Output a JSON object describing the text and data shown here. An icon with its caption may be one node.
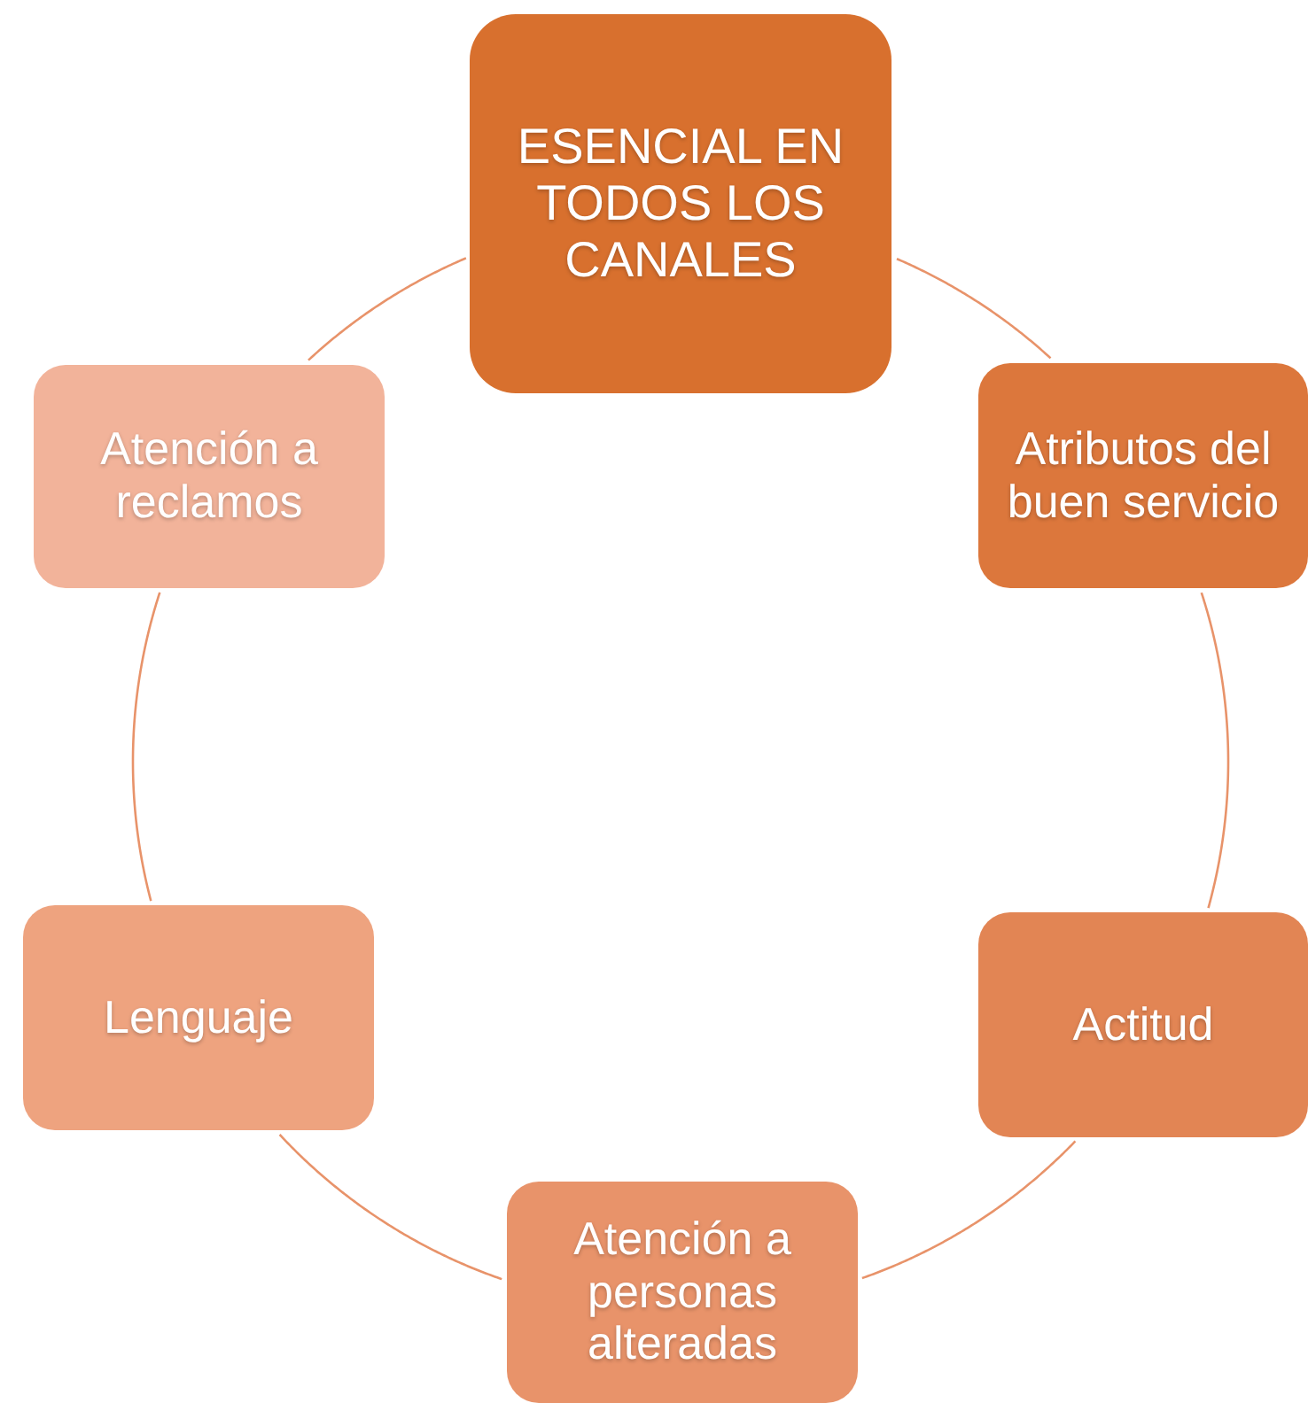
{
  "diagram": {
    "nodes": [
      {
        "text": [
          "ESENCIAL EN TODOS LOS CANALES"
        ]
      },
      {
        "text": [
          "Atributos del buen servicio"
        ]
      },
      {
        "text": [
          "Actitud"
        ]
      },
      {
        "text": [
          "Atención a personas alteradas"
        ]
      },
      {
        "text": [
          "Lenguaje"
        ]
      },
      {
        "text": [
          "Atención a reclamos"
        ]
      }
    ],
    "edges": [
      {
        "from": 0,
        "to": 1,
        "arrow": "none"
      },
      {
        "from": 1,
        "to": 2,
        "arrow": "none"
      },
      {
        "from": 2,
        "to": 3,
        "arrow": "none"
      },
      {
        "from": 3,
        "to": 4,
        "arrow": "none"
      },
      {
        "from": 4,
        "to": 5,
        "arrow": "none"
      },
      {
        "from": 5,
        "to": 0,
        "arrow": "none"
      }
    ]
  }
}
